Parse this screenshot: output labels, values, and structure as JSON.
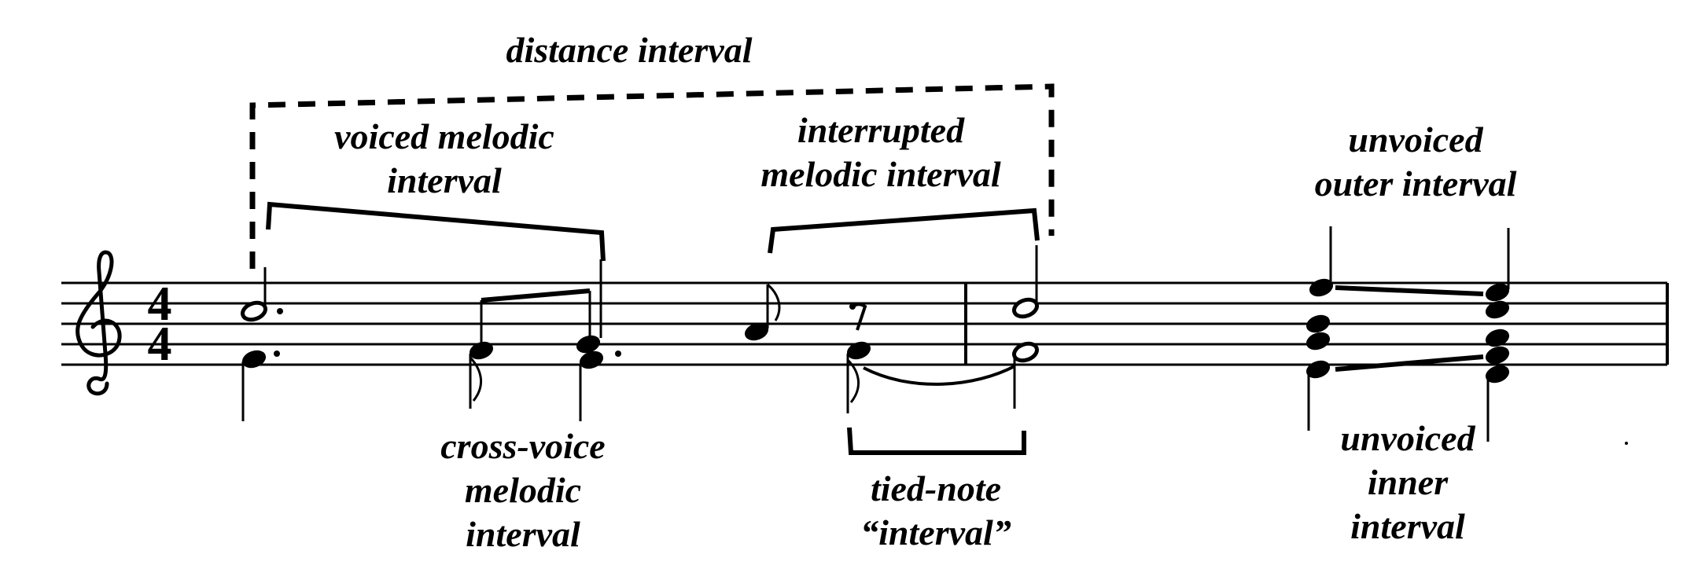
{
  "labels": {
    "distance_interval": "distance interval",
    "voiced_melodic_interval": [
      "voiced melodic",
      "interval"
    ],
    "interrupted_melodic_interval": [
      "interrupted",
      "melodic interval"
    ],
    "unvoiced_outer_interval": [
      "unvoiced",
      "outer interval"
    ],
    "cross_voice_melodic_interval": [
      "cross-voice",
      "melodic",
      "interval"
    ],
    "tied_note_interval": [
      "tied-note",
      "“interval”"
    ],
    "unvoiced_inner_interval": [
      "unvoiced",
      "inner",
      "interval"
    ]
  },
  "score": {
    "clef": "treble",
    "time_signature": {
      "top": "4",
      "bottom": "4"
    }
  }
}
